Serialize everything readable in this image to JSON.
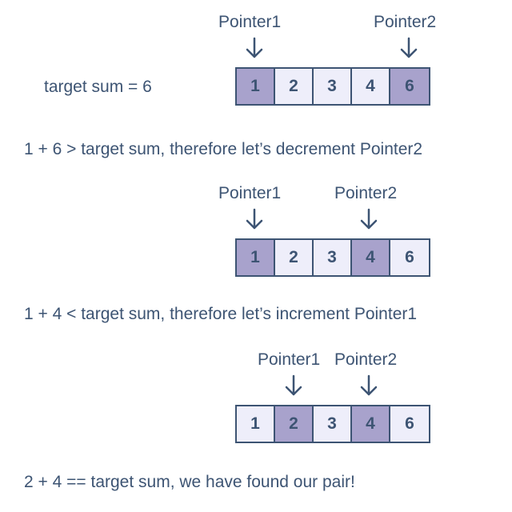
{
  "target_label": "target sum = 6",
  "steps": [
    {
      "pointers": [
        "Pointer1",
        "Pointer2"
      ],
      "cells": [
        "1",
        "2",
        "3",
        "4",
        "6"
      ],
      "highlighted": [
        0,
        4
      ],
      "caption": "1 + 6 > target sum, therefore let’s decrement Pointer2"
    },
    {
      "pointers": [
        "Pointer1",
        "Pointer2"
      ],
      "cells": [
        "1",
        "2",
        "3",
        "4",
        "6"
      ],
      "highlighted": [
        0,
        3
      ],
      "caption": "1 + 4 < target sum, therefore let’s increment Pointer1"
    },
    {
      "pointers": [
        "Pointer1",
        "Pointer2"
      ],
      "cells": [
        "1",
        "2",
        "3",
        "4",
        "6"
      ],
      "highlighted": [
        1,
        3
      ],
      "caption": "2 + 4 == target sum, we have found our pair!"
    }
  ],
  "colors": {
    "text": "#3d5473",
    "cell_fill": "#eeeefa",
    "cell_highlight": "#a8a2cc"
  }
}
